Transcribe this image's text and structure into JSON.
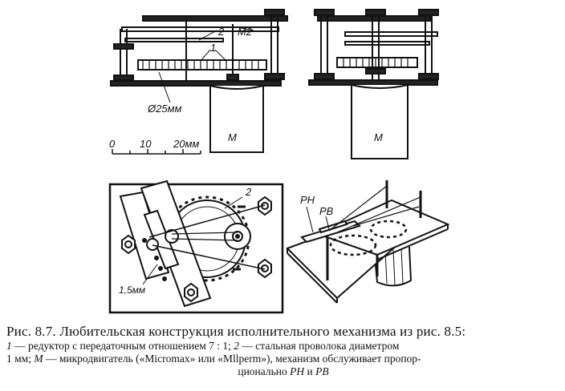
{
  "labels": {
    "l_2_top": "2",
    "l_m2": "M2",
    "l_1_top": "1",
    "diameter": "Ø25мм",
    "motor_left": "M",
    "motor_right": "M",
    "scale_0": "0",
    "scale_10": "10",
    "scale_20": "20мм",
    "l_2_bottom": "2",
    "l_15mm": "1,5мм",
    "l_ph": "PH",
    "l_pb": "PB"
  },
  "caption": {
    "title": "Рис. 8.7. Любительская конструкция исполнительного механизма из рис. 8.5:",
    "line2_n1": "1",
    "line2_a": " — редуктор с передаточным отношением 7 : 1;  ",
    "line2_n2": "2",
    "line2_b": " — стальная проволока диаметром",
    "line3_a": "1 мм; ",
    "line3_m": "M",
    "line3_b": " — микродвигатель («Micromax» или «Mllperm»), механизм обслуживает пропор-",
    "line4_a": "ционально ",
    "line4_ph": "PH",
    "line4_and": " и ",
    "line4_pb": "PB"
  }
}
